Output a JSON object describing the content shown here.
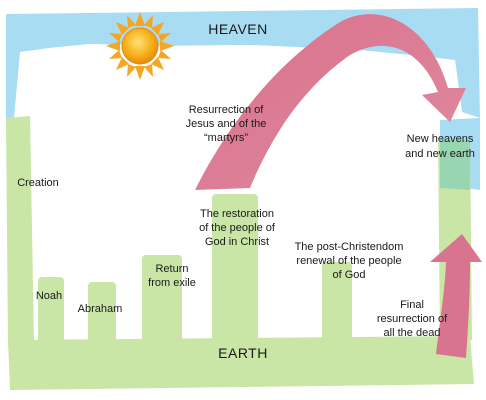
{
  "labels": {
    "heaven": "HEAVEN",
    "earth": "EARTH",
    "creation": "Creation",
    "noah": "Noah",
    "abraham": "Abraham",
    "return_line1": "Return",
    "return_line2": "from exile",
    "restoration_line1": "The restoration",
    "restoration_line2": "of the people of",
    "restoration_line3": "God in Christ",
    "resurrection_jesus_line1": "Resurrection of",
    "resurrection_jesus_line2": "Jesus and of the",
    "resurrection_jesus_line3": "“martyrs”",
    "post_christendom_line1": "The post-Christendom",
    "post_christendom_line2": "renewal of the people",
    "post_christendom_line3": "of God",
    "new_heavens_line1": "New heavens",
    "new_heavens_line2": "and new earth",
    "final_resurrection_line1": "Final",
    "final_resurrection_line2": "resurrection of",
    "final_resurrection_line3": "all the dead"
  },
  "colors": {
    "sky": "#a8dcf3",
    "earth_green": "#c9e6a6",
    "arrow_pink": "#d8748f",
    "sun_orange": "#f5a623",
    "sun_core": "#f7b718"
  }
}
